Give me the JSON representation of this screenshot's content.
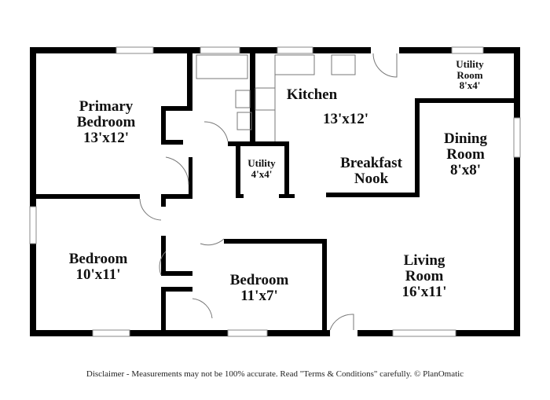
{
  "rooms": {
    "primary": {
      "name1": "Primary",
      "name2": "Bedroom",
      "size": "13'x12'"
    },
    "kitchen": {
      "name": "Kitchen",
      "size": "13'x12'"
    },
    "utility_room": {
      "name1": "Utility",
      "name2": "Room",
      "size": "8'x4'"
    },
    "dining": {
      "name1": "Dining",
      "name2": "Room",
      "size": "8'x8'"
    },
    "utility": {
      "name": "Utility",
      "size": "4'x4'"
    },
    "nook": {
      "name1": "Breakfast",
      "name2": "Nook"
    },
    "bedroom1": {
      "name": "Bedroom",
      "size": "10'x11'"
    },
    "bedroom2": {
      "name": "Bedroom",
      "size": "11'x7'"
    },
    "living": {
      "name1": "Living",
      "name2": "Room",
      "size": "16'x11'"
    }
  },
  "disclaimer": "Disclaimer - Measurements may not be 100% accurate. Read \"Terms & Conditions\" carefully. © PlanOmatic"
}
